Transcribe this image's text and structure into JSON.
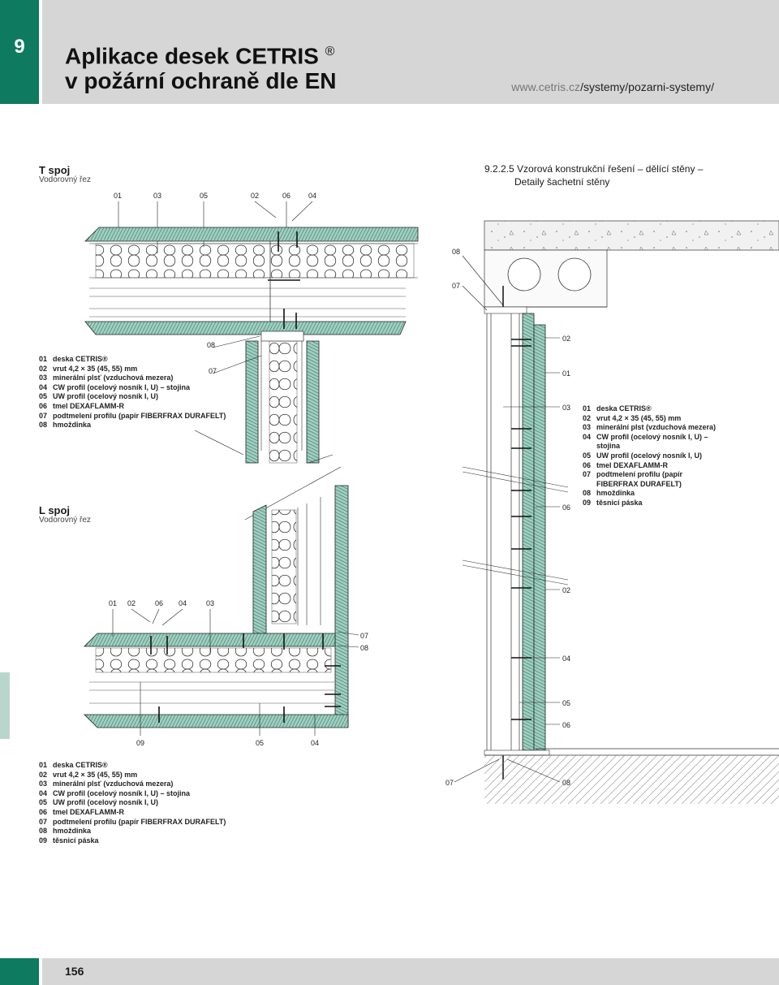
{
  "header": {
    "chapter": "9",
    "title_line1": "Aplikace desek CETRIS",
    "title_reg": "®",
    "title_line2": "v požární ochraně dle EN",
    "url_prefix": "www.cetris.cz",
    "url_path": "/systemy/pozarni-systemy/"
  },
  "section": {
    "title_line1": "9.2.2.5 Vzorová konstrukční řešení – dělící stěny –",
    "title_line2": "Detaily šachetní stěny"
  },
  "t_joint": {
    "title": "T spoj",
    "subtitle": "Vodorovný řez",
    "top_labels": [
      "01",
      "03",
      "05",
      "02",
      "06",
      "04"
    ],
    "label_08": "08",
    "label_07": "07",
    "legend": [
      {
        "n": "01",
        "t": "deska CETRIS®"
      },
      {
        "n": "02",
        "t": "vrut 4,2 × 35 (45, 55) mm"
      },
      {
        "n": "03",
        "t": "minerální plsť (vzduchová mezera)"
      },
      {
        "n": "04",
        "t": "CW profil (ocelový nosník I, U) – stojina"
      },
      {
        "n": "05",
        "t": "UW profil (ocelový nosník I, U)"
      },
      {
        "n": "06",
        "t": "tmel DEXAFLAMM-R"
      },
      {
        "n": "07",
        "t": "podtmelení profilu (papír FIBERFRAX DURAFELT)"
      },
      {
        "n": "08",
        "t": "hmoždinka"
      }
    ]
  },
  "l_joint": {
    "title": "L spoj",
    "subtitle": "Vodorovný řez",
    "top_labels": [
      "01",
      "02",
      "06",
      "04",
      "03"
    ],
    "side_labels": [
      "07",
      "08"
    ],
    "bottom_labels": [
      "09",
      "05",
      "04"
    ],
    "legend": [
      {
        "n": "01",
        "t": "deska CETRIS®"
      },
      {
        "n": "02",
        "t": "vrut 4,2 × 35 (45, 55) mm"
      },
      {
        "n": "03",
        "t": "minerální plsť (vzduchová mezera)"
      },
      {
        "n": "04",
        "t": "CW profil (ocelový nosník I, U) – stojina"
      },
      {
        "n": "05",
        "t": "UW profil (ocelový nosník I, U)"
      },
      {
        "n": "06",
        "t": "tmel DEXAFLAMM-R"
      },
      {
        "n": "07",
        "t": "podtmelení profilu (papír FIBERFRAX DURAFELT)"
      },
      {
        "n": "08",
        "t": "hmoždinka"
      },
      {
        "n": "09",
        "t": "těsnicí páska"
      }
    ]
  },
  "vertical": {
    "labels_upper": [
      "08",
      "07"
    ],
    "labels_right": [
      "02",
      "01",
      "03",
      "06",
      "02",
      "04",
      "05",
      "06"
    ],
    "labels_bottom": [
      "07",
      "08"
    ],
    "legend": [
      {
        "n": "01",
        "t": "deska CETRIS®"
      },
      {
        "n": "02",
        "t": "vrut 4,2 × 35 (45, 55) mm"
      },
      {
        "n": "03",
        "t": "minerální plst (vzduchová mezera)"
      },
      {
        "n": "04",
        "t": "CW profil (ocelový nosník I, U) –"
      },
      {
        "n": "",
        "t": "stojina"
      },
      {
        "n": "05",
        "t": "UW profil (ocelový nosník I, U)"
      },
      {
        "n": "06",
        "t": "tmel DEXAFLAMM-R"
      },
      {
        "n": "07",
        "t": "podtmelení profilu (papír"
      },
      {
        "n": "",
        "t": "FIBERFRAX DURAFELT)"
      },
      {
        "n": "08",
        "t": "hmoždinka"
      },
      {
        "n": "09",
        "t": "těsnicí páska"
      }
    ]
  },
  "footer": {
    "page": "156"
  },
  "colors": {
    "brand": "#0e7a5f",
    "board": "#9ecfc0",
    "band": "#d6d6d6"
  }
}
